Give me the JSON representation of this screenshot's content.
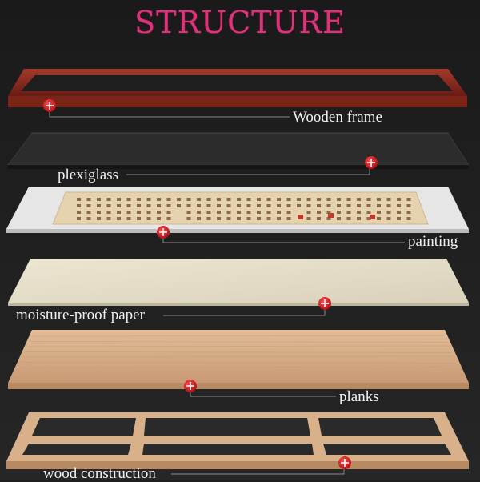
{
  "title": "STRUCTURE",
  "layers": [
    {
      "label": "Wooden frame"
    },
    {
      "label": "plexiglass"
    },
    {
      "label": "painting"
    },
    {
      "label": "moisture-proof paper"
    },
    {
      "label": "planks"
    },
    {
      "label": "wood construction"
    }
  ],
  "colors": {
    "background": "#1f1f1f",
    "title": "#d8357a",
    "marker": "#d3121b",
    "frame_wood": "#8a2b22",
    "plank_wood": "#d9b28c"
  }
}
